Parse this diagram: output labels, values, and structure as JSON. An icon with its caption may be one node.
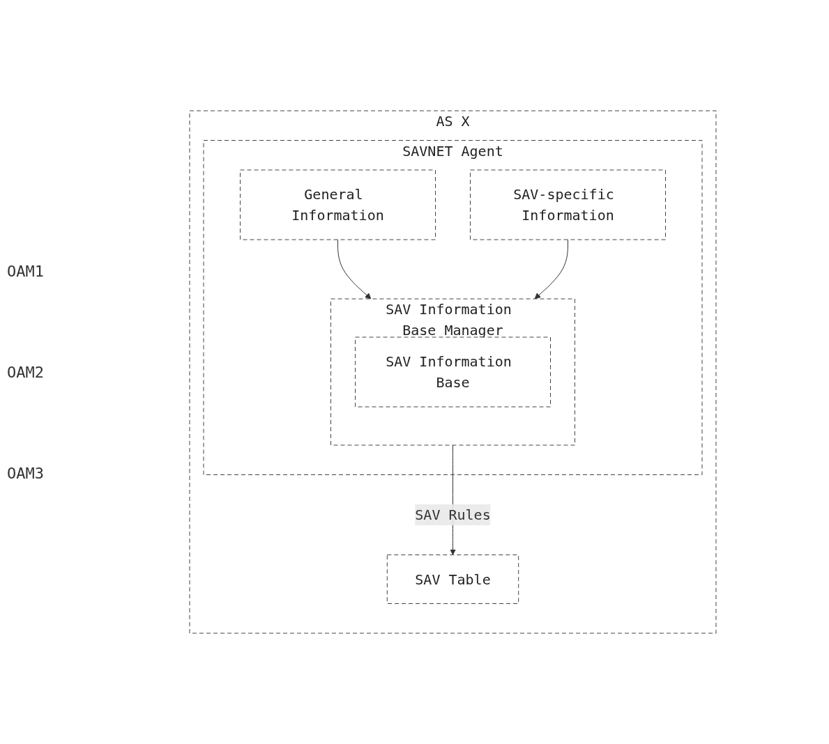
{
  "diagram": {
    "nodes": [
      {
        "text": [
          "AS X"
        ]
      },
      {
        "text": [
          "SAVNET Agent"
        ],
        "in": 0
      },
      {
        "text": [
          "General Information"
        ],
        "in": 1
      },
      {
        "text": [
          "SAV-specific Information"
        ],
        "in": 1
      },
      {
        "text": [
          "SAV Information Base Manager"
        ],
        "in": 1
      },
      {
        "text": [
          "SAV Information Base"
        ],
        "in": 4
      },
      {
        "text": [
          "SAV Table"
        ],
        "in": 0
      }
    ],
    "edges": [
      {
        "from": 2,
        "to": 4,
        "arrow": "to"
      },
      {
        "from": 3,
        "to": 4,
        "arrow": "to"
      },
      {
        "from": 4,
        "to": 6,
        "label": "SAV Rules",
        "arrow": "to"
      }
    ],
    "labels": [
      "OAM1",
      "OAM2",
      "OAM3"
    ]
  }
}
